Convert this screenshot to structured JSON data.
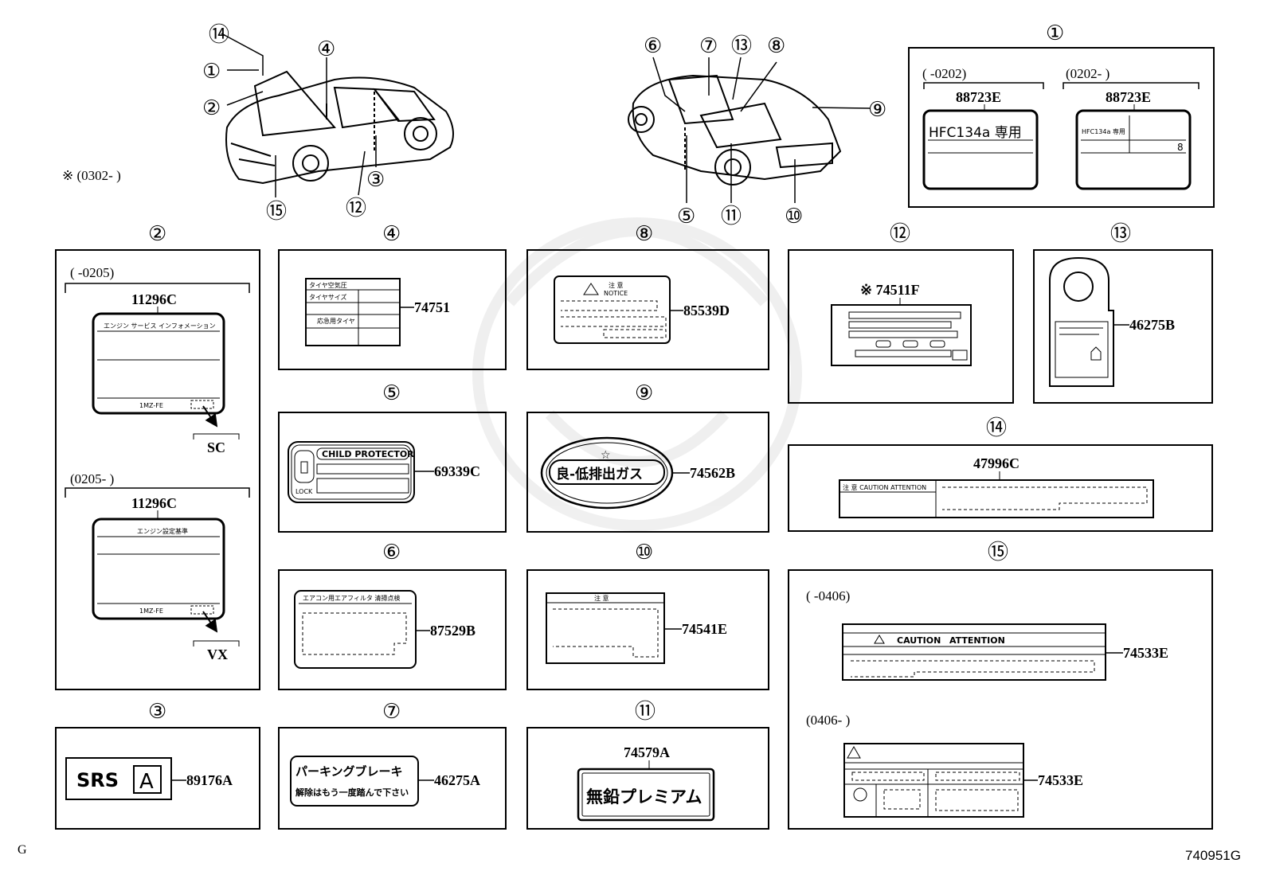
{
  "header": {
    "note": "※ (0302-      )"
  },
  "footer": {
    "left_mark": "G",
    "diagram_code": "740951G"
  },
  "car_callouts": {
    "front": [
      "⑭",
      "①",
      "②",
      "④",
      "③",
      "⑫",
      "⑮"
    ],
    "rear": [
      "⑥",
      "⑦",
      "⑬",
      "⑧",
      "⑨",
      "⑤",
      "⑪",
      "⑩"
    ]
  },
  "panels": {
    "p1": {
      "callout": "①",
      "date_a": "(      -0202)",
      "date_b": "(0202-      )",
      "part_a": "88723E",
      "part_b": "88723E",
      "label_a_text": "HFC134a 専用",
      "label_b_text": "HFC134a 専用",
      "label_b_num": "8"
    },
    "p2": {
      "callout": "②",
      "date_a": "(      -0205)",
      "date_b": "(0205-      )",
      "part_a": "11296C",
      "part_b": "11296C",
      "head_a": "エンジン サービス インフォメーション",
      "head_b": "エンジン設定基準",
      "engine_a": "1MZ-FE",
      "engine_b": "1MZ-FE",
      "grade_a": "SC",
      "grade_b": "VX"
    },
    "p3": {
      "callout": "③",
      "label_text": "SRS",
      "label_box": "A",
      "part": "89176A"
    },
    "p4": {
      "callout": "④",
      "part": "74751",
      "row1": "タイヤ空気圧",
      "row2": "タイヤサイズ",
      "row3": "応急用タイヤ"
    },
    "p5": {
      "callout": "⑤",
      "part": "69339C",
      "head": "CHILD PROTECTOR",
      "lock": "LOCK"
    },
    "p6": {
      "callout": "⑥",
      "part": "87529B",
      "head": "エアコン用エアフィルタ 清掃点検"
    },
    "p7": {
      "callout": "⑦",
      "part": "46275A",
      "line1": "パーキングブレーキ",
      "line2": "解除はもう一度踏んで下さい"
    },
    "p8": {
      "callout": "⑧",
      "part": "85539D",
      "head1": "注 意",
      "head2": "NOTICE"
    },
    "p9": {
      "callout": "⑨",
      "part": "74562B",
      "text": "良-低排出ガス",
      "star": "☆"
    },
    "p10": {
      "callout": "⑩",
      "part": "74541E",
      "head": "注 意"
    },
    "p11": {
      "callout": "⑪",
      "part": "74579A",
      "text": "無鉛プレミアム"
    },
    "p12": {
      "callout": "⑫",
      "part": "※ 74511F"
    },
    "p13": {
      "callout": "⑬",
      "part": "46275B"
    },
    "p14": {
      "callout": "⑭",
      "part": "47996C",
      "head": "注 意  CAUTION ATTENTION"
    },
    "p15": {
      "callout": "⑮",
      "date_a": "(      -0406)",
      "date_b": "(0406-      )",
      "part_a": "74533E",
      "part_b": "74533E",
      "caution": "CAUTION",
      "attention": "ATTENTION"
    }
  }
}
